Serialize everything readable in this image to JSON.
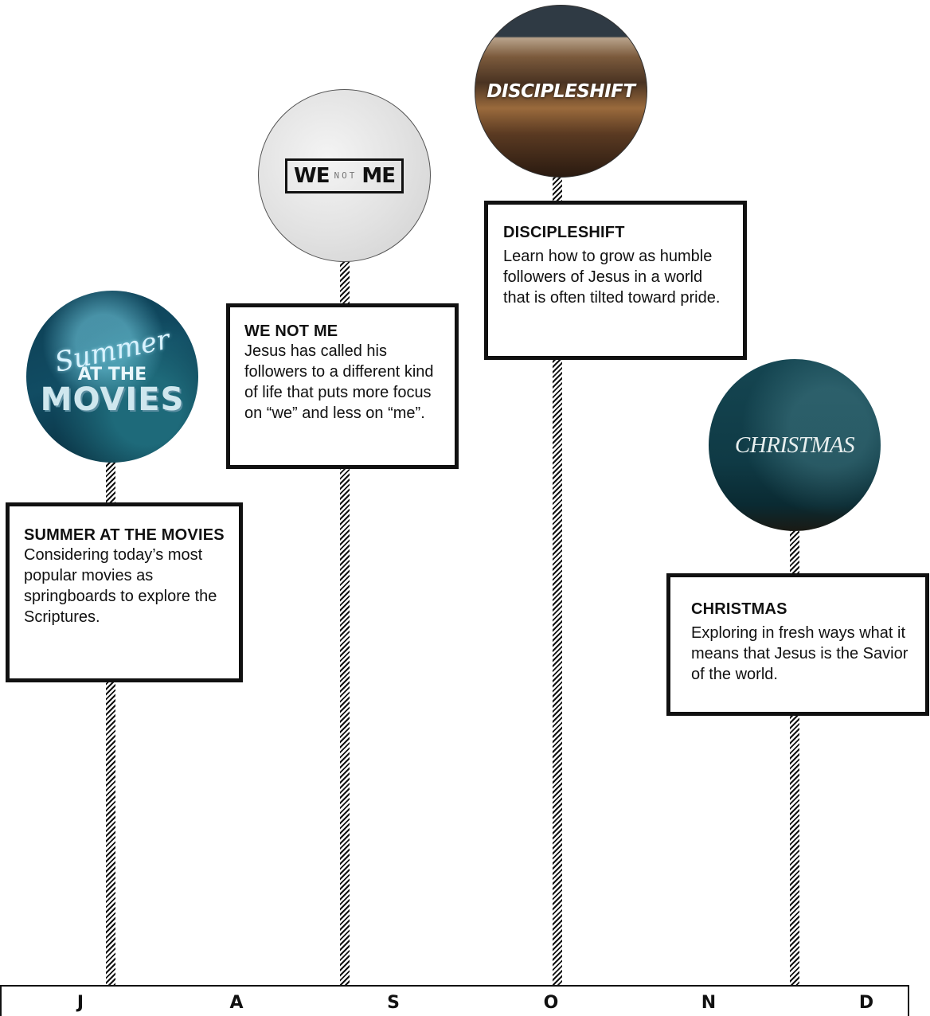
{
  "series": [
    {
      "id": "summer",
      "title": "SUMMER AT THE MOVIES",
      "description": "Considering today’s most popular movies as springboards to explore the Scriptures.",
      "art": {
        "script": "Summer",
        "line2": "AT THE",
        "line3": "MOVIES",
        "colors": [
          "#0c3d52",
          "#114c63",
          "#062431"
        ]
      }
    },
    {
      "id": "we-not-me",
      "title": "WE NOT ME",
      "description": "Jesus has called his followers to a different kind of life that puts more focus on “we” and less on “me”.",
      "art": {
        "left": "WE",
        "middle": "NOT",
        "right": "ME",
        "colors": [
          "#f4f4f4",
          "#cfcfcf"
        ]
      }
    },
    {
      "id": "discipleshift",
      "title": "DISCIPLESHIFT",
      "description": "Learn how to grow as humble followers of Jesus in a world that is often tilted toward pride.",
      "art": {
        "text": "DISCIPLESHIFT",
        "colors": [
          "#2f3a44",
          "#9a6a3c",
          "#2a1a10"
        ]
      }
    },
    {
      "id": "christmas",
      "title": "CHRISTMAS",
      "description": "Exploring in fresh ways what it means that Jesus is the Savior of the world.",
      "art": {
        "text": "CHRISTMAS",
        "colors": [
          "#154652",
          "#0a2a32"
        ]
      }
    }
  ],
  "months": [
    "J",
    "A",
    "S",
    "O",
    "N",
    "D"
  ]
}
